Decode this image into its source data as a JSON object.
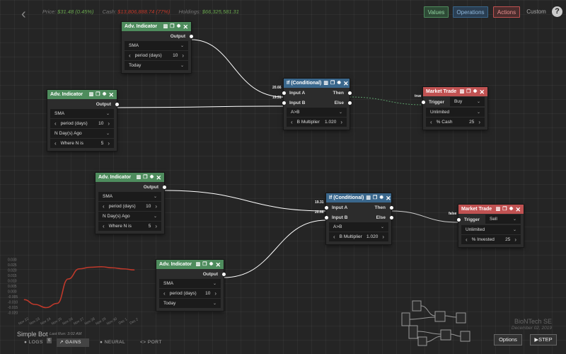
{
  "topbar": {
    "price_label": "Price:",
    "price_value": "$31.48 (0.45%)",
    "cash_label": "Cash:",
    "cash_value": "$13,806,888.74 (77%)",
    "holdings_label": "Holdings:",
    "holdings_value": "$66,325,581.31",
    "back_icon": "chevron-left-icon",
    "buttons": {
      "values": "Values",
      "operations": "Operations",
      "actions": "Actions",
      "custom": "Custom"
    },
    "help_label": "?"
  },
  "colors": {
    "background": "#252525",
    "values": "#4e8c5d",
    "operations": "#3a678c",
    "actions": "#c05252",
    "price": "#6aa84f",
    "cash": "#c0392b",
    "holdings": "#6aa84f",
    "chart_line": "#c0392b"
  },
  "nodes": {
    "adv1": {
      "title": "Adv. Indicator",
      "output": "Output",
      "type": "SMA",
      "param_label": "period (days)",
      "param_value": "10",
      "range": "Today"
    },
    "adv2": {
      "title": "Adv. Indicator",
      "output": "Output",
      "type": "SMA",
      "param_label": "period (days)",
      "param_value": "10",
      "range": "N Day(s) Ago",
      "n_label": "Where N is",
      "n_value": "5"
    },
    "adv3": {
      "title": "Adv. Indicator",
      "output": "Output",
      "type": "SMA",
      "param_label": "period (days)",
      "param_value": "10",
      "range": "N Day(s) Ago",
      "n_label": "Where N is",
      "n_value": "5"
    },
    "adv4": {
      "title": "Adv. Indicator",
      "output": "Output",
      "type": "SMA",
      "param_label": "period (days)",
      "param_value": "10",
      "range": "Today"
    },
    "if1": {
      "title": "If (Conditional)",
      "input_a": "Input A",
      "input_b": "Input B",
      "then": "Then",
      "else": "Else",
      "op": "A>B",
      "mult_label": "B Multiplier",
      "mult_value": "1.020",
      "val_a": "20.66",
      "val_b": "19.31"
    },
    "if2": {
      "title": "If (Conditional)",
      "input_a": "Input A",
      "input_b": "Input B",
      "then": "Then",
      "else": "Else",
      "op": "A>B",
      "mult_label": "B Multiplier",
      "mult_value": "1.020",
      "val_a": "19.31",
      "val_b": "20.66"
    },
    "trade1": {
      "title": "Market Trade",
      "trigger": "Trigger",
      "action": "Buy",
      "amount": "Unlimited",
      "pct_label": "% Cash",
      "pct_value": "25",
      "signal": "true"
    },
    "trade2": {
      "title": "Market Trade",
      "trigger": "Trigger",
      "action": "Sell",
      "amount": "Unlimited",
      "pct_label": "% Invested",
      "pct_value": "25",
      "signal": "false"
    }
  },
  "header_icons": [
    "trash-icon",
    "copy-icon",
    "gear-icon",
    "close-icon"
  ],
  "bottom": {
    "bot_name": "Simple Bot",
    "last_run": "Last Run: 3:02 AM",
    "tabs": {
      "logs": "LOGS",
      "gains": "GAINS",
      "neural": "NEURAL",
      "port": "PORT"
    },
    "logs_badge": "6",
    "company": "BioNTech SE",
    "date": "December 02, 2019",
    "options": "Options",
    "step": "STEP"
  },
  "chart_data": {
    "type": "line",
    "title": "",
    "xlabel": "",
    "ylabel": "",
    "x": [
      "Nov 22",
      "Nov 23",
      "Nov 24",
      "Nov 25",
      "Nov 26",
      "Nov 27",
      "Nov 28",
      "Nov 29",
      "Nov 30",
      "Dec 1",
      "Dec 2"
    ],
    "yticks": [
      "0.030",
      "0.025",
      "0.020",
      "0.015",
      "0.010",
      "0.005",
      "0.000",
      "-0.005",
      "-0.010",
      "-0.015",
      "-0.020"
    ],
    "ylim": [
      -0.02,
      0.03
    ],
    "grid": false,
    "series": [
      {
        "values": [
          -0.0075,
          -0.012,
          -0.015,
          -0.011,
          0.012,
          0.0215,
          0.023,
          0.0235,
          0.0225,
          0.0215,
          0.0205
        ]
      }
    ]
  }
}
